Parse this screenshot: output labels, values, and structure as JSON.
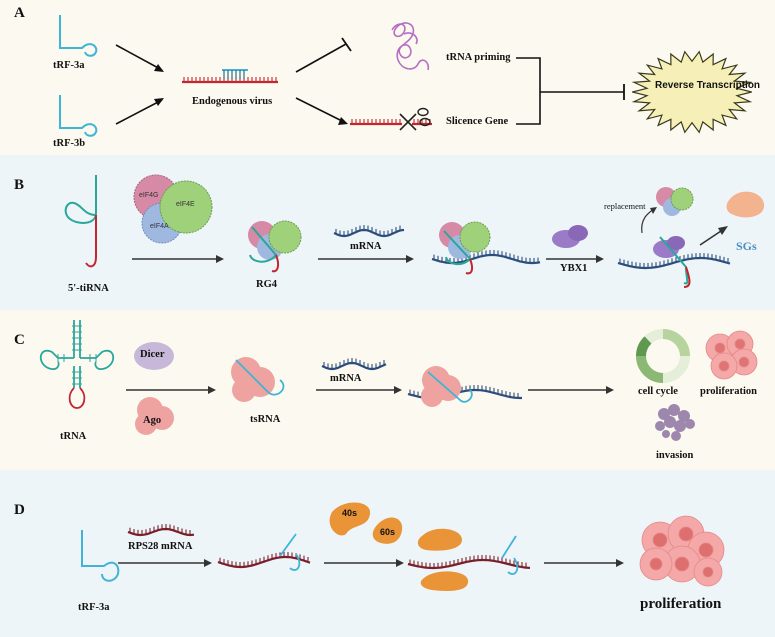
{
  "panels": {
    "A": {
      "letter": "A",
      "trf3a": "tRF-3a",
      "trf3b": "tRF-3b",
      "endogenous_virus": "Endogenous virus",
      "trna_priming": "tRNA priming",
      "slicence_gene": "Slicence Gene",
      "reverse_transcription": "Reverse Transcription"
    },
    "B": {
      "letter": "B",
      "tirna": "5'-tiRNA",
      "eif4g": "eIF4G",
      "eif4e": "eIF4E",
      "eif4a": "eIF4A",
      "rg4": "RG4",
      "mrna": "mRNA",
      "ybx1": "YBX1",
      "replacement": "replacement",
      "sgs": "SGs"
    },
    "C": {
      "letter": "C",
      "trna": "tRNA",
      "dicer": "Dicer",
      "ago": "Ago",
      "tsrna": "tsRNA",
      "mrna": "mRNA",
      "cell_cycle": "cell cycle",
      "proliferation": "proliferation",
      "invasion": "invasion"
    },
    "D": {
      "letter": "D",
      "trf3a": "tRF-3a",
      "rps28": "RPS28 mRNA",
      "s40": "40s",
      "s60": "60s",
      "proliferation": "proliferation"
    }
  },
  "colors": {
    "trf_strand": "#3fb4d6",
    "virus_rna": "#c2262e",
    "mrna_strand": "#2d4e7c",
    "rps28_mrna": "#7a1f2b",
    "ribosome": "#e89437",
    "burst": "#f6f0b8"
  }
}
